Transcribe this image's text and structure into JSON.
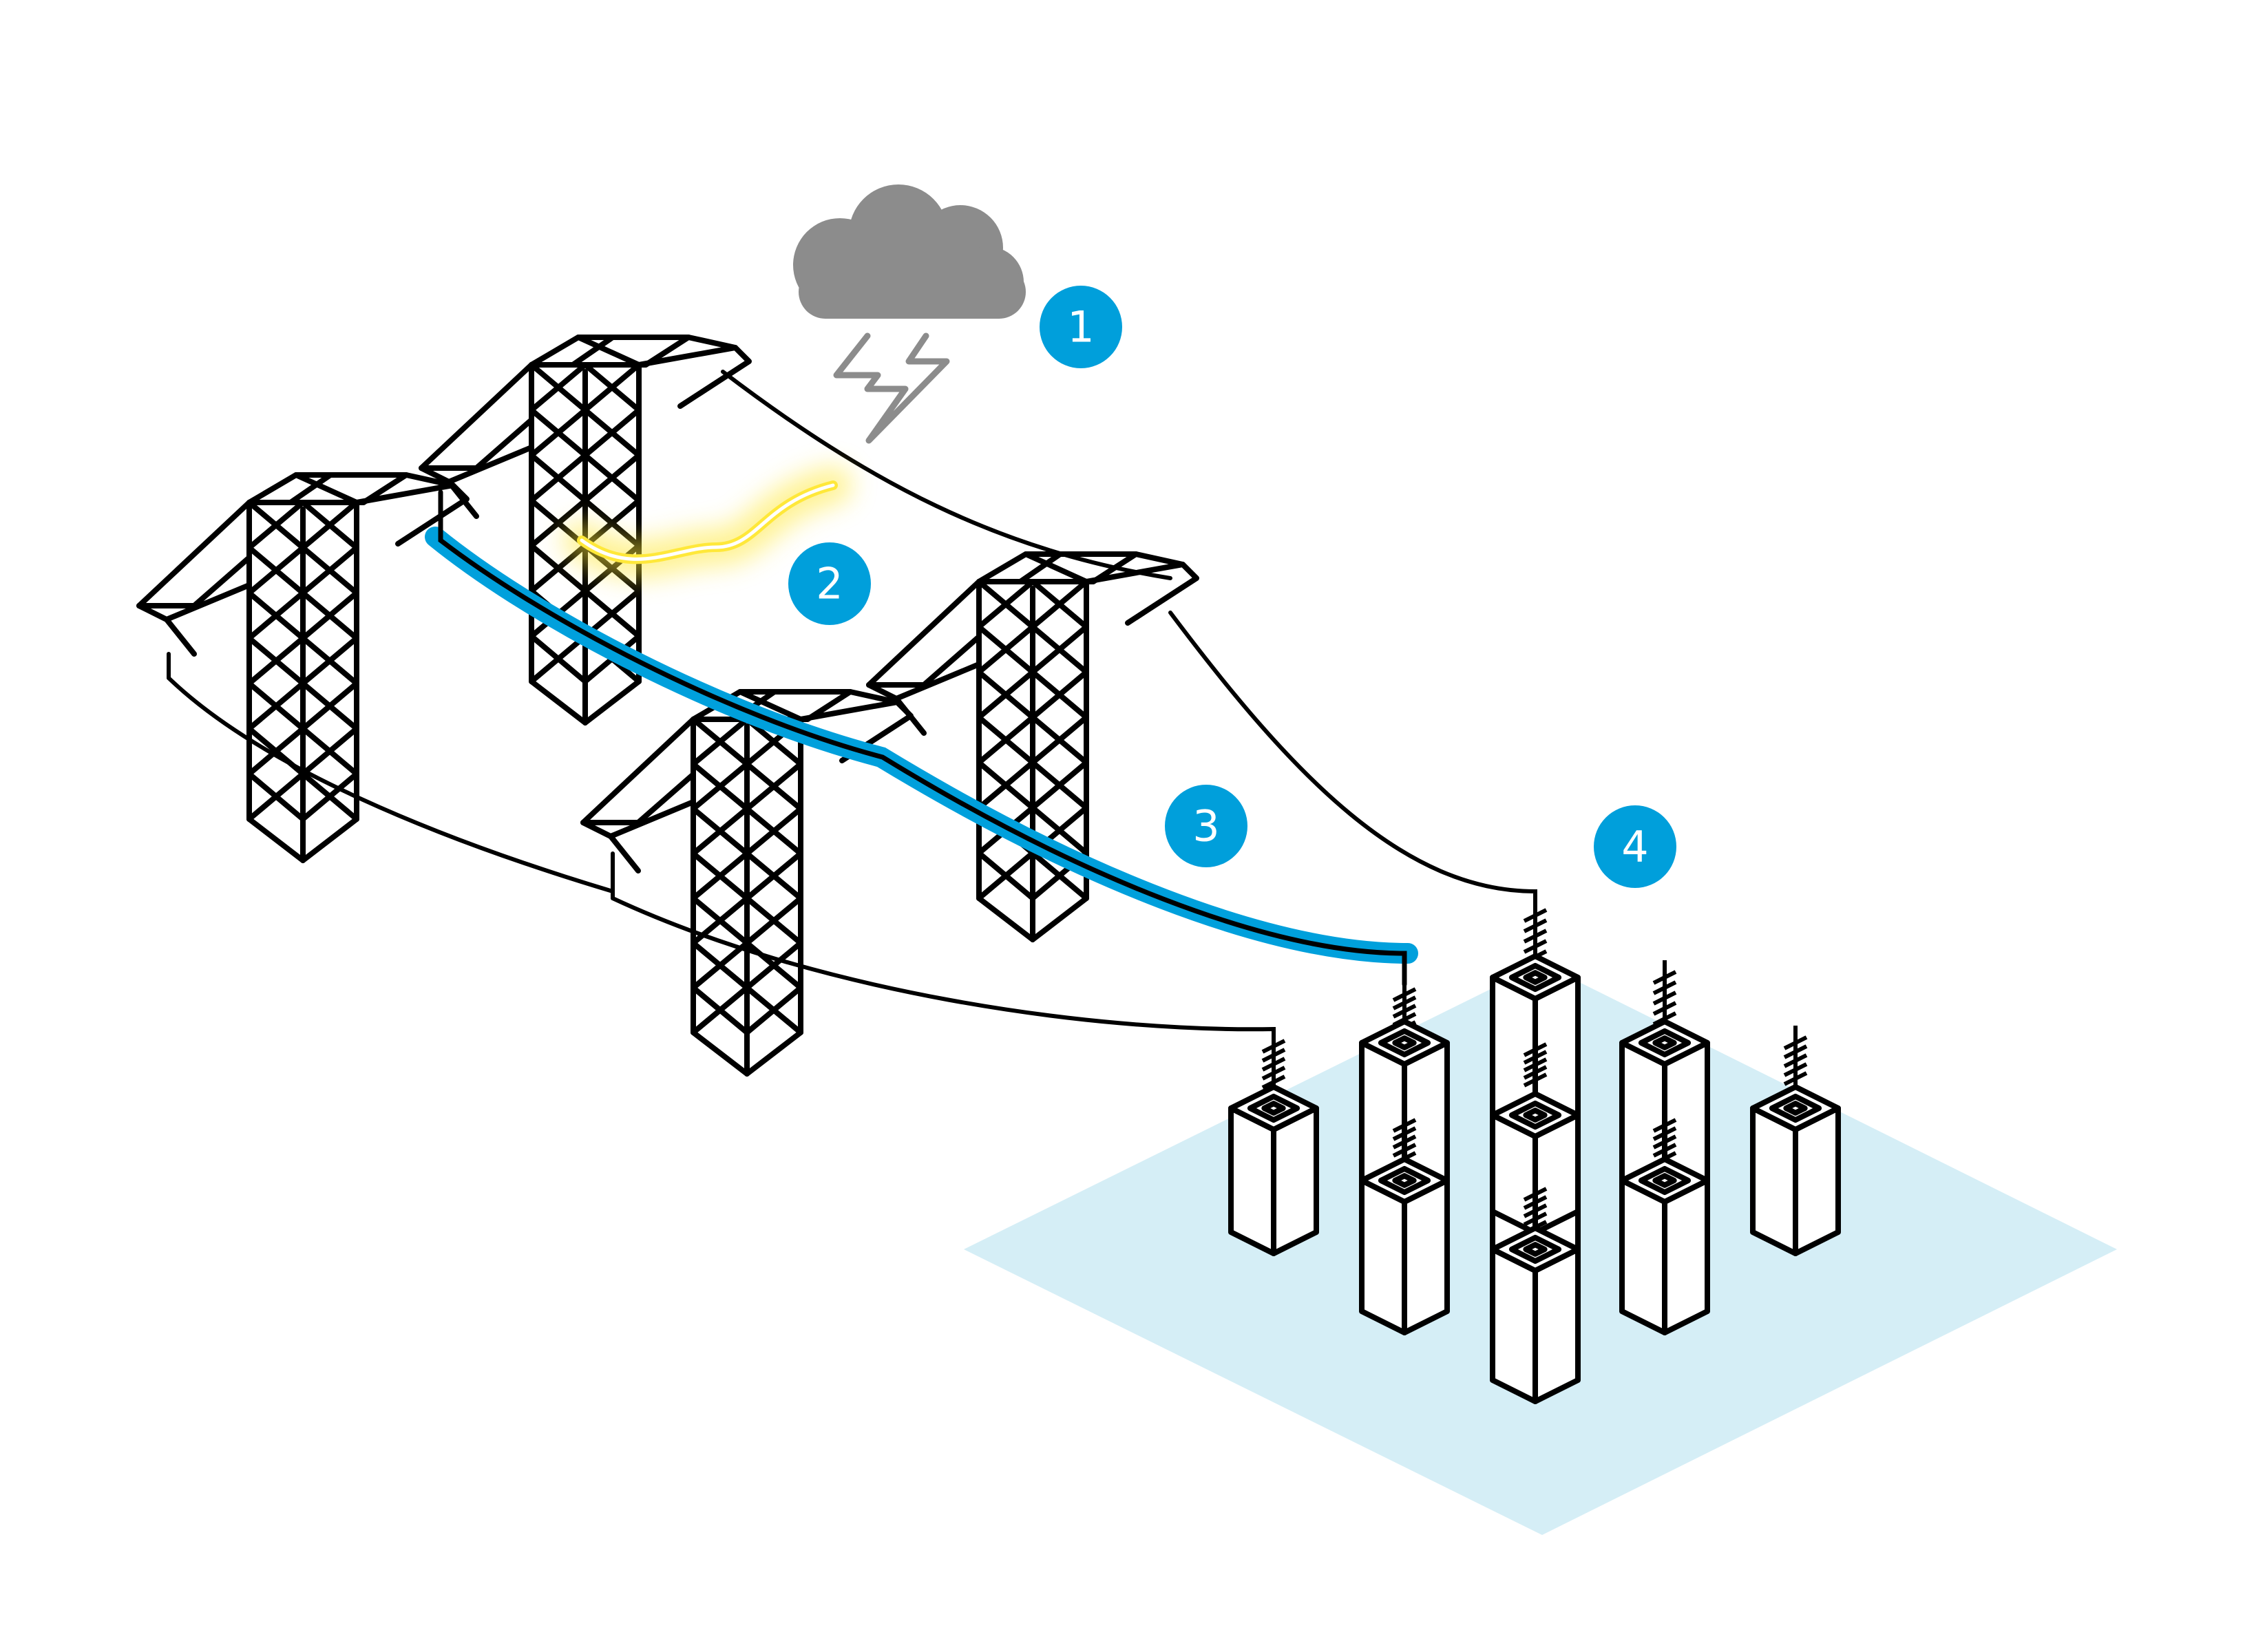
{
  "colors": {
    "marker": "#009fdb",
    "highlight_cable": "#00a0dc",
    "flash": "#ffe83a",
    "cloud": "#8c8c8c",
    "ground": "#d5eef6",
    "line": "#000000"
  },
  "icons": {
    "weather": "storm-cloud-icon",
    "bolt": "lightning-bolt-icon"
  },
  "markers": [
    {
      "id": "storm",
      "label": "1"
    },
    {
      "id": "strike",
      "label": "2"
    },
    {
      "id": "cable",
      "label": "3"
    },
    {
      "id": "substation",
      "label": "4"
    }
  ]
}
